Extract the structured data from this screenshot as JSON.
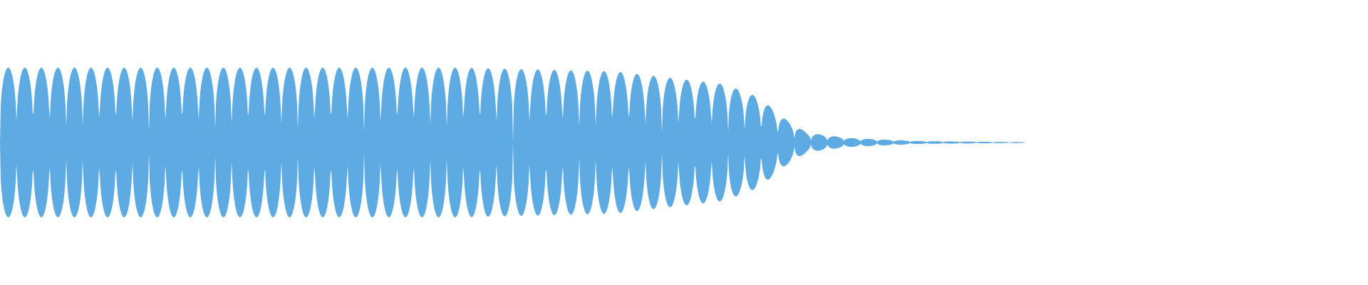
{
  "waveform": {
    "color": "#5dabe2",
    "background": "#ffffff",
    "channels": 1,
    "visible_audio_fraction": 0.75,
    "amplitude_envelope": [
      {
        "t": 0.0,
        "a": 1.0
      },
      {
        "t": 0.34,
        "a": 1.0
      },
      {
        "t": 0.45,
        "a": 0.95
      },
      {
        "t": 0.53,
        "a": 0.78
      },
      {
        "t": 0.555,
        "a": 0.6
      },
      {
        "t": 0.575,
        "a": 0.3
      },
      {
        "t": 0.59,
        "a": 0.13
      },
      {
        "t": 0.62,
        "a": 0.06
      },
      {
        "t": 0.67,
        "a": 0.02
      },
      {
        "t": 0.75,
        "a": 0.005
      }
    ],
    "cycles": 62
  }
}
